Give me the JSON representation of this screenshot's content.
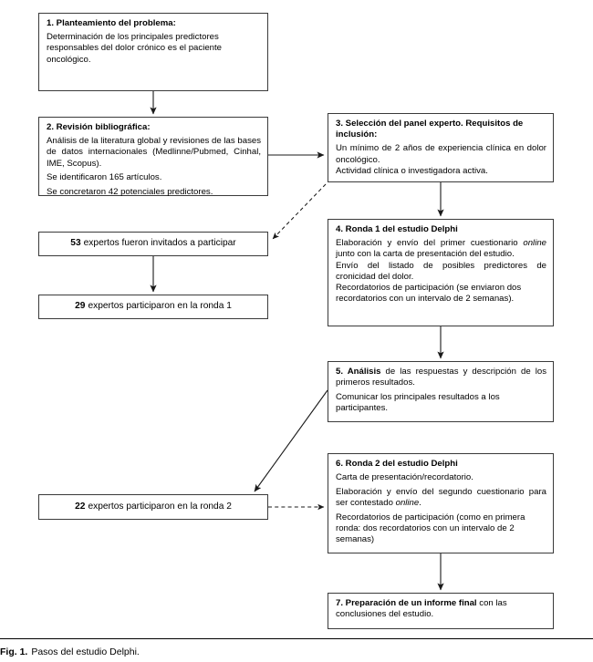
{
  "figure": {
    "caption_label": "Fig. 1.",
    "caption_text": "Pasos del estudio Delphi."
  },
  "boxes": {
    "b1": {
      "heading": "1. Planteamiento del problema:",
      "lines": [
        "Determinación de los principales predictores responsables del dolor crónico es el paciente oncológico."
      ]
    },
    "b2": {
      "heading": "2. Revisión bibliográfica:",
      "lines": [
        "Análisis de la literatura global y revisiones de las bases de datos internacionales (Medlinne/Pubmed, Cinhal, IME, Scopus).",
        "Se identificaron 165 artículos.",
        "Se concretaron 42 potenciales predictores."
      ]
    },
    "b3": {
      "heading": "3. Selección del panel experto. Requisitos de inclusión:",
      "lines": [
        "Un mínimo de 2 años de experiencia clínica en dolor oncológico.",
        "Actividad clínica o investigadora activa."
      ]
    },
    "b4": {
      "heading": "4. Ronda 1 del estudio Delphi",
      "line1_a": "Elaboración y envío del primer cuestionario ",
      "line1_it": "online",
      "line1_b": " junto con la carta de presentación del estudio.",
      "line2": "Envío del listado de posibles predictores de cronicidad del dolor.",
      "line3": "Recordatorios de participación (se enviaron dos recordatorios con un intervalo de 2 semanas)."
    },
    "b5": {
      "heading": "5. Análisis",
      "heading_rest": " de las respuestas y descripción de los primeros resultados.",
      "lines": [
        "Comunicar los principales resultados a los participantes."
      ]
    },
    "b6": {
      "heading": "6. Ronda 2 del estudio Delphi",
      "line1": "Carta de presentación/recordatorio.",
      "line2_a": "Elaboración y envío del segundo cuestionario para ser contestado ",
      "line2_it": "online",
      "line2_b": ".",
      "line3": "Recordatorios de participación (como en primera ronda: dos recordatorios con un intervalo de 2 semanas)"
    },
    "b7": {
      "heading": "7. Preparación de un informe final",
      "heading_rest": " con las conclusiones del estudio."
    }
  },
  "counts": {
    "invited": {
      "number": "53",
      "label": "expertos fueron invitados a participar"
    },
    "round1": {
      "number": "29",
      "label": "expertos participaron en la ronda 1"
    },
    "round2": {
      "number": "22",
      "label": "expertos participaron en la ronda 2"
    }
  },
  "connectors": [
    {
      "name": "arrow-b1-to-b2",
      "style": "solid"
    },
    {
      "name": "arrow-b2-to-b3",
      "style": "solid"
    },
    {
      "name": "arrow-b3-to-invited",
      "style": "dashed"
    },
    {
      "name": "arrow-b3-to-b4",
      "style": "solid"
    },
    {
      "name": "arrow-invited-to-round1",
      "style": "solid"
    },
    {
      "name": "arrow-b4-to-b5",
      "style": "solid"
    },
    {
      "name": "arrow-b5-to-round2",
      "style": "solid"
    },
    {
      "name": "arrow-round2-to-b6",
      "style": "dashed"
    },
    {
      "name": "arrow-b6-to-b7",
      "style": "solid"
    }
  ],
  "colors": {
    "box_border": "#3a3a3a",
    "line": "#1a1a1a",
    "background": "#ffffff",
    "text": "#000000"
  }
}
